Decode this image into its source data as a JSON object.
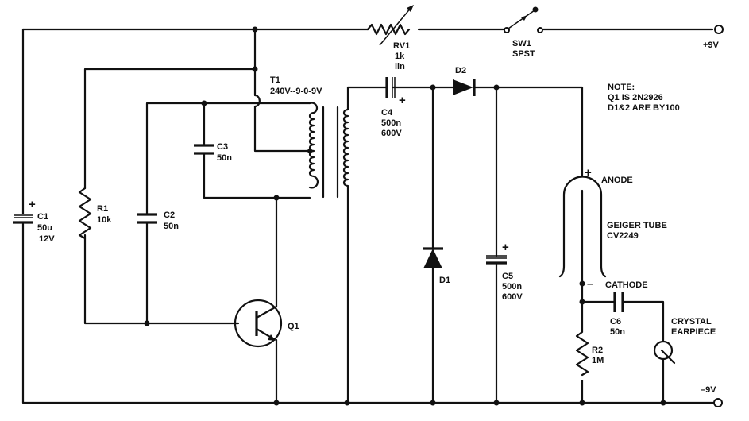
{
  "components": {
    "c1": {
      "ref": "C1",
      "value": "50u",
      "rating": "12V",
      "polarity": "+"
    },
    "r1": {
      "ref": "R1",
      "value": "10k"
    },
    "c2": {
      "ref": "C2",
      "value": "50n"
    },
    "c3": {
      "ref": "C3",
      "value": "50n"
    },
    "t1": {
      "ref": "T1",
      "value": "240V--9-0-9V"
    },
    "q1": {
      "ref": "Q1"
    },
    "rv1": {
      "ref": "RV1",
      "value": "1k",
      "taper": "lin"
    },
    "sw1": {
      "ref": "SW1",
      "type": "SPST"
    },
    "c4": {
      "ref": "C4",
      "value": "500n",
      "rating": "600V",
      "polarity": "+"
    },
    "d1": {
      "ref": "D1"
    },
    "d2": {
      "ref": "D2"
    },
    "c5": {
      "ref": "C5",
      "value": "500n",
      "rating": "600V",
      "polarity": "+"
    },
    "tube": {
      "name": "GEIGER TUBE",
      "type": "CV2249",
      "anode": "ANODE",
      "anode_sign": "+",
      "cathode": "CATHODE",
      "cathode_sign": "–"
    },
    "c6": {
      "ref": "C6",
      "value": "50n"
    },
    "r2": {
      "ref": "R2",
      "value": "1M"
    },
    "earpiece": {
      "line1": "CRYSTAL",
      "line2": "EARPIECE"
    }
  },
  "terminals": {
    "positive": "+9V",
    "negative": "–9V"
  },
  "note": {
    "title": "NOTE:",
    "line1": "Q1 IS 2N2926",
    "line2": "D1&2 ARE BY100"
  }
}
